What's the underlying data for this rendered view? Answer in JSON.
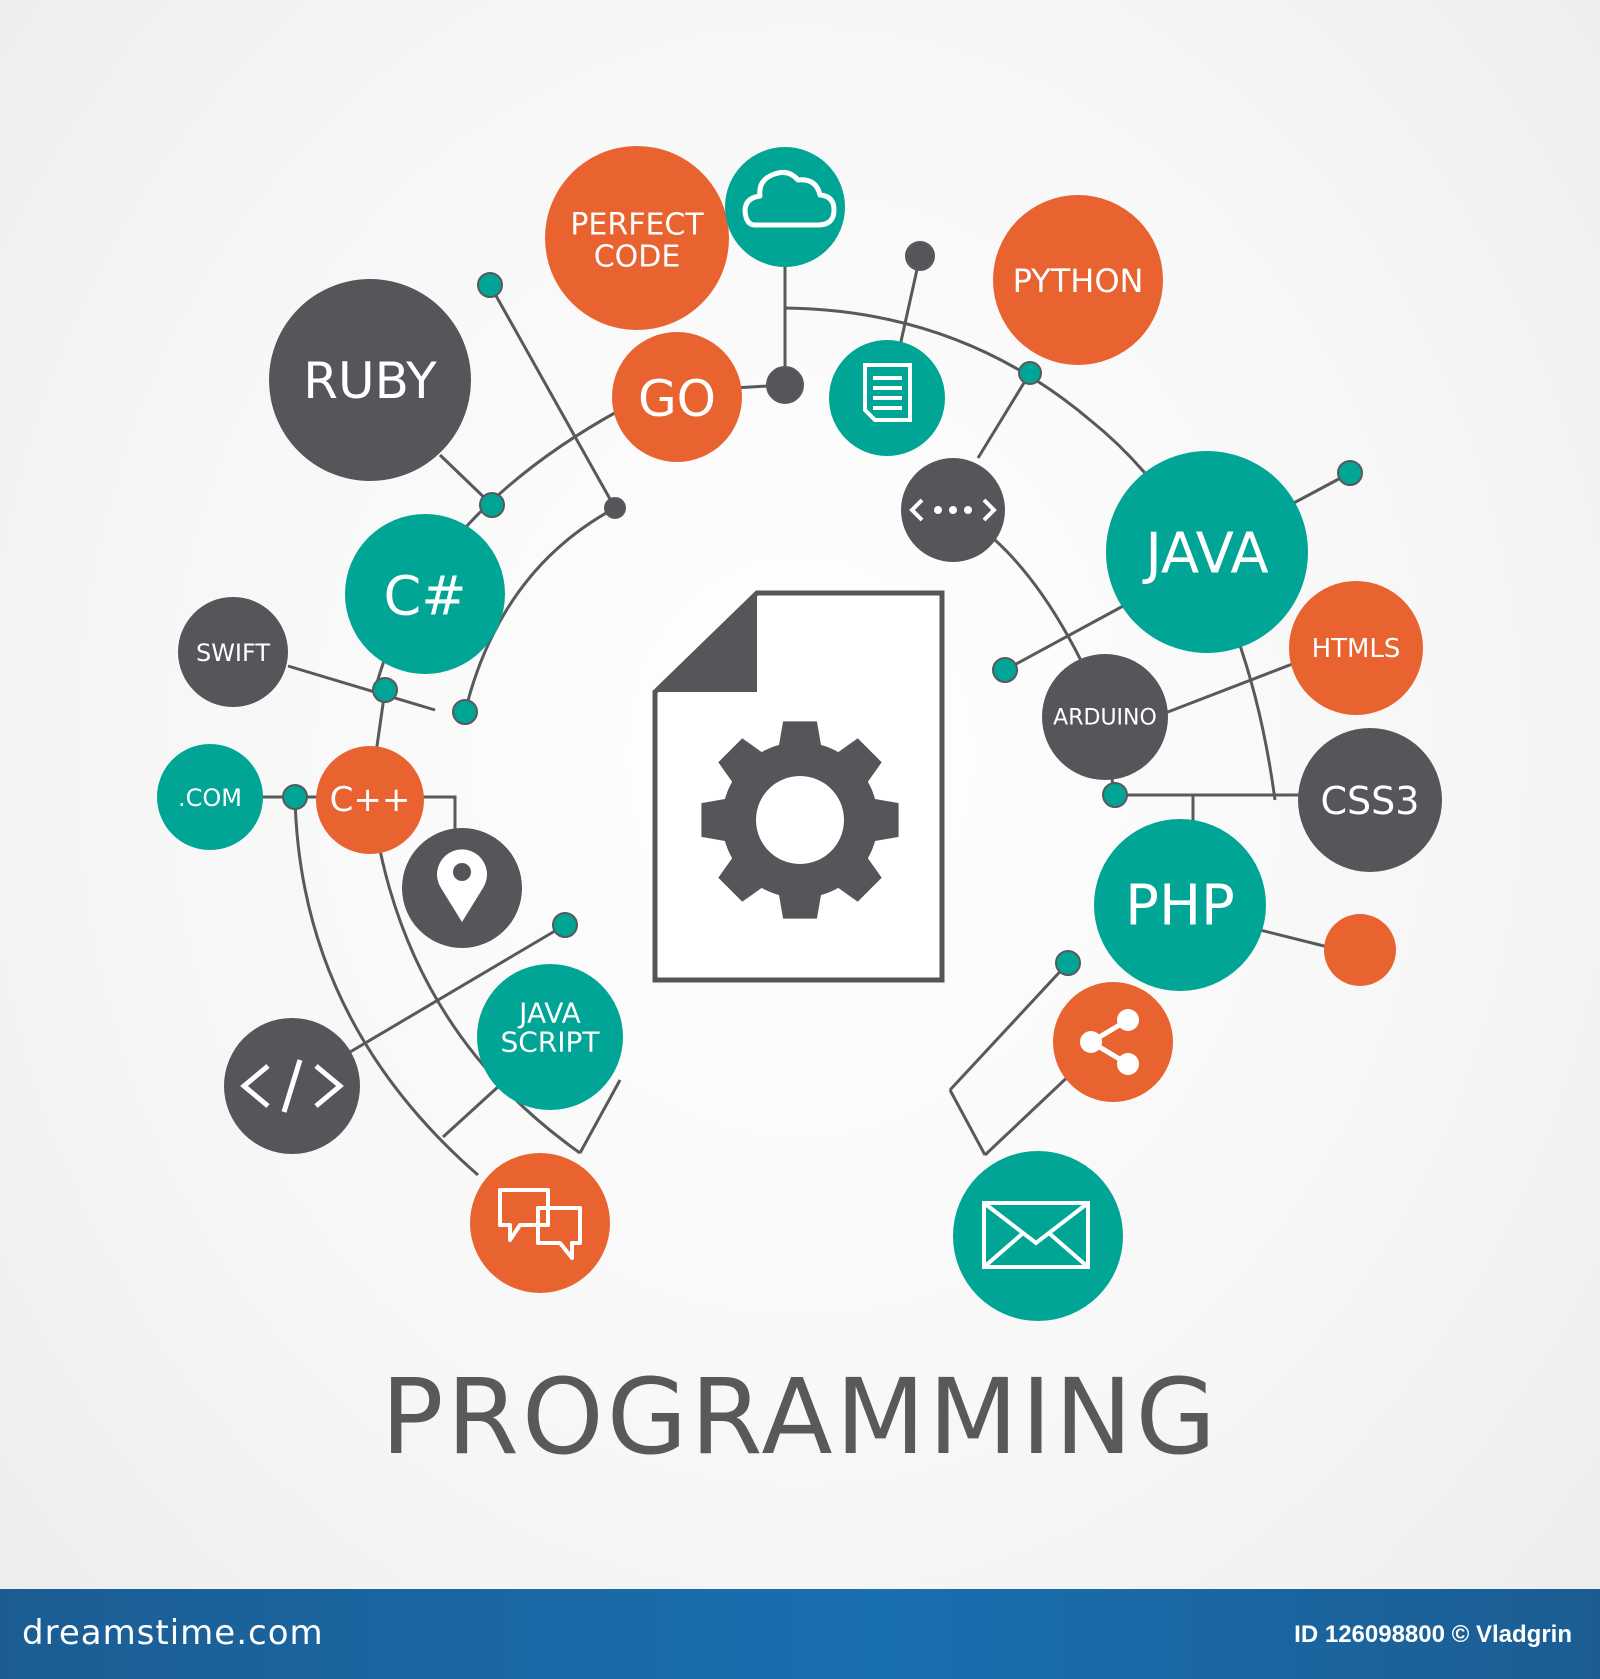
{
  "title": "PROGRAMMING",
  "colors": {
    "orange": "#e8632f",
    "teal": "#00a596",
    "gray": "#545659",
    "line": "#58595b",
    "paper": "#ffffff"
  },
  "nodes": {
    "perfect_code": [
      "PERFECT",
      "CODE"
    ],
    "ruby": "RUBY",
    "go": "GO",
    "python": "PYTHON",
    "csharp": "C#",
    "java": "JAVA",
    "swift": "SWIFT",
    "htmls": "HTMLS",
    "arduino": "ARDUINO",
    "dotcom": ".COM",
    "cpp": "C++",
    "css3": "CSS3",
    "php": "PHP",
    "javascript": [
      "JAVA",
      "SCRIPT"
    ]
  },
  "icons": [
    "cloud-icon",
    "document-icon",
    "code-arrows-icon",
    "location-pin-icon",
    "code-tag-icon",
    "chat-icon",
    "share-icon",
    "envelope-icon",
    "gear-icon",
    "file-icon"
  ],
  "footer": {
    "brand": "dreamstime.com",
    "credit": "ID 126098800 © Vladgrin"
  }
}
